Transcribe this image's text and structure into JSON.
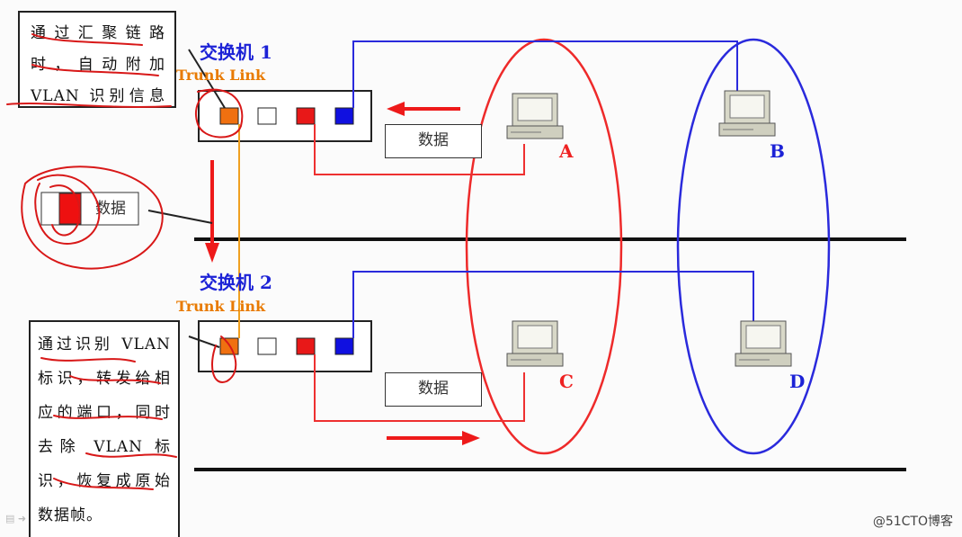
{
  "note_top": {
    "lines": [
      "通过汇聚链路",
      "时，自动附加",
      "VLAN 识别信息"
    ]
  },
  "note_bottom": {
    "lines": [
      "通过识别 VLAN",
      "标识，转发给相",
      "应的端口，同时",
      "去除 VLAN 标",
      "识，恢复成原始",
      "数据帧。"
    ]
  },
  "switch1": {
    "title": "交换机 1",
    "trunk_label": "Trunk Link"
  },
  "switch2": {
    "title": "交换机 2",
    "trunk_label": "Trunk Link"
  },
  "frames": {
    "top": "数据",
    "tagged": "数据",
    "bottom": "数据"
  },
  "computers": {
    "a": "A",
    "b": "B",
    "c": "C",
    "d": "D"
  },
  "watermark": "@51CTO博客",
  "colors": {
    "vlan_red": "#e82020",
    "vlan_blue": "#1c22d6",
    "trunk_orange": "#f0a020",
    "port_orange": "#f07010",
    "annotation_red": "#d81818"
  },
  "icons": [
    "computer-icon",
    "arrow-right-icon",
    "arrow-left-icon",
    "arrow-down-icon"
  ]
}
